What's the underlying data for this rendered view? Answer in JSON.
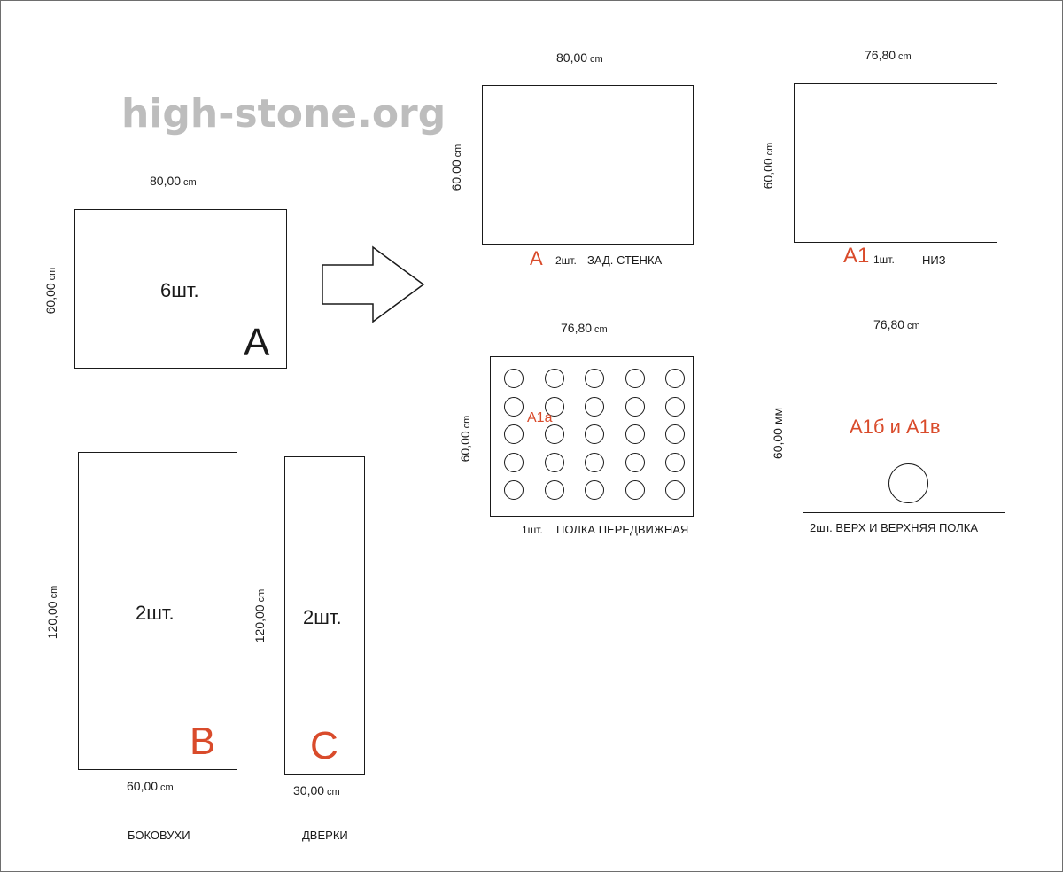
{
  "watermark": "high-stone.org",
  "panel_A": {
    "width": "80,00",
    "height": "60,00",
    "unit": "cm",
    "qty": "6шт.",
    "letter": "A"
  },
  "panel_B": {
    "width": "60,00",
    "height": "120,00",
    "unit": "cm",
    "qty": "2шт.",
    "letter": "B",
    "caption": "БОКОВУХИ"
  },
  "panel_C": {
    "width": "30,00",
    "height": "120,00",
    "unit": "cm",
    "qty": "2шт.",
    "letter": "C",
    "caption": "ДВЕРКИ"
  },
  "part_A_back": {
    "width": "80,00",
    "height": "60,00",
    "unit": "cm",
    "letter": "A",
    "qty": "2шт.",
    "name": "ЗАД. СТЕНКА"
  },
  "part_A1": {
    "width": "76,80",
    "height": "60,00",
    "unit": "cm",
    "letter": "A1",
    "qty": "1шт.",
    "name": "НИЗ"
  },
  "part_A1a": {
    "width": "76,80",
    "height": "60,00",
    "unit": "cm",
    "letter": "A1a",
    "qty": "1шт.",
    "name": "ПОЛКА ПЕРЕДВИЖНАЯ",
    "hole_rows": 5,
    "hole_cols": 5
  },
  "part_A1b": {
    "width": "76,80",
    "height": "60,00 мм",
    "unit": "cm",
    "letter": "A1б и A1в",
    "caption": "2шт. ВЕРХ И ВЕРХНЯЯ ПОЛКА",
    "holes": 1
  },
  "colors": {
    "accent_red": "#d94b2b",
    "outline": "#1a1a1a",
    "watermark": "#bdbdbd"
  },
  "icons": {
    "arrow": "right-arrow-icon"
  }
}
